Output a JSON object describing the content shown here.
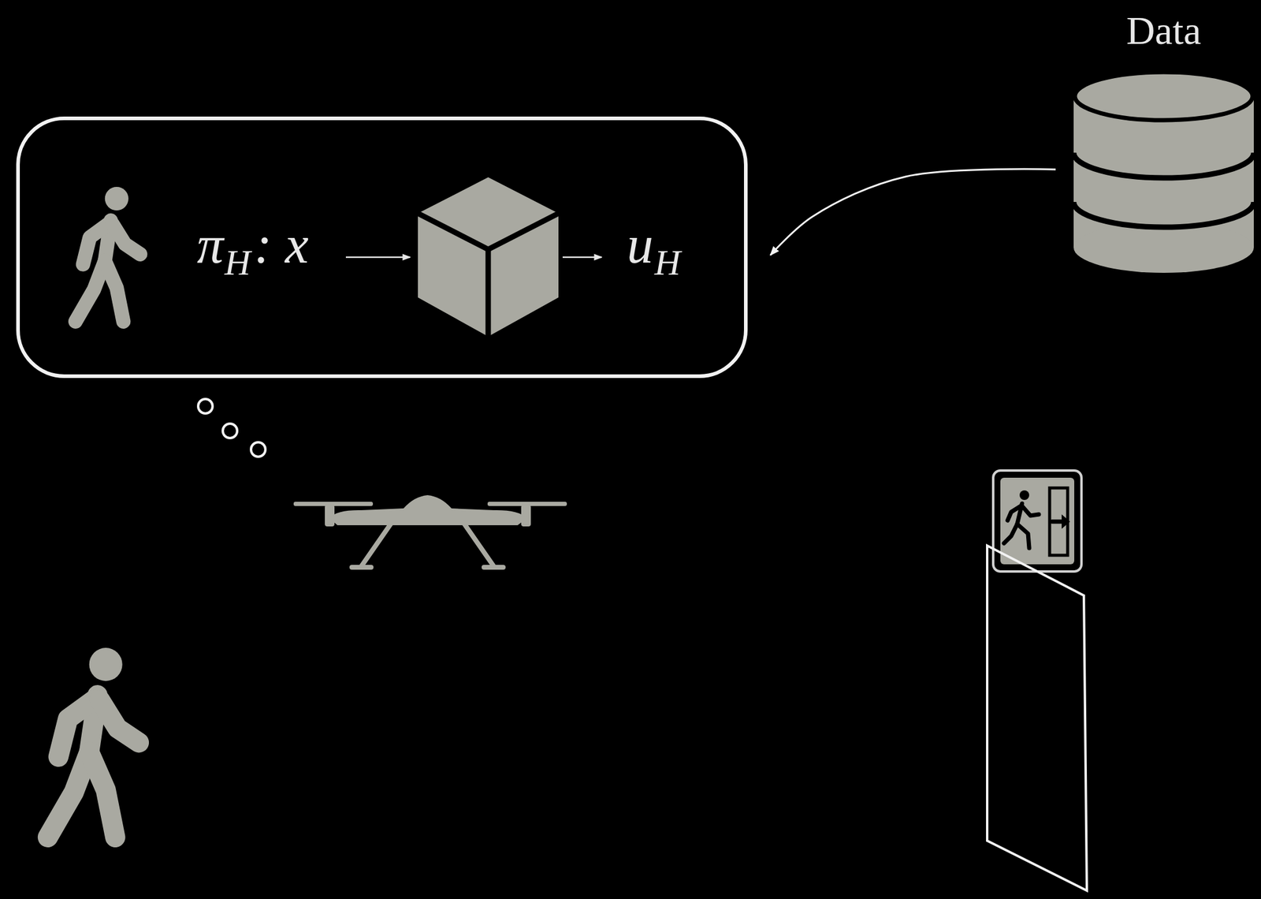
{
  "diagram": {
    "nodes": [
      {
        "text": [
          "π",
          "H",
          ": x",
          "u",
          "H"
        ]
      },
      {
        "text": [
          "Data"
        ]
      }
    ],
    "edges": [
      {
        "from": 1,
        "to": 0,
        "arrow": "to"
      }
    ]
  }
}
